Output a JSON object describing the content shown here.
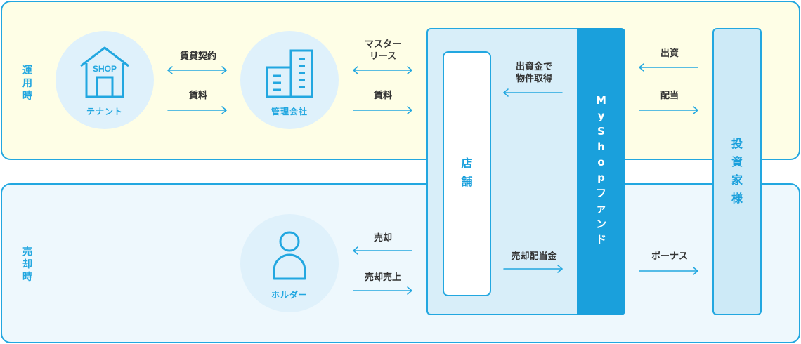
{
  "colors": {
    "accent": "#22a7e0",
    "fund": "#1aa0dc",
    "operation_bg": "#fefee6",
    "sale_bg": "#eef8fd"
  },
  "sections": {
    "operation": {
      "label": "運用時"
    },
    "sale": {
      "label": "売却時"
    }
  },
  "nodes": {
    "tenant": {
      "label": "テナント",
      "icon": "shop-icon",
      "sign": "SHOP"
    },
    "management": {
      "label": "管理会社",
      "icon": "building-icon"
    },
    "holder": {
      "label": "ホルダー",
      "icon": "person-icon"
    },
    "store": {
      "label": "店舗"
    },
    "fund": {
      "label": "MyShopファンド"
    },
    "investor": {
      "label": "投資家様"
    }
  },
  "flows": {
    "lease_contract": "賃貸契約",
    "rent_1": "賃料",
    "master_lease_1": "マスター",
    "master_lease_2": "リース",
    "rent_2": "賃料",
    "acquire_1": "出資金で",
    "acquire_2": "物件取得",
    "investment": "出資",
    "dividend": "配当",
    "sale": "売却",
    "sale_revenue": "売却売上",
    "sale_dividend": "売却配当金",
    "bonus": "ボーナス"
  }
}
